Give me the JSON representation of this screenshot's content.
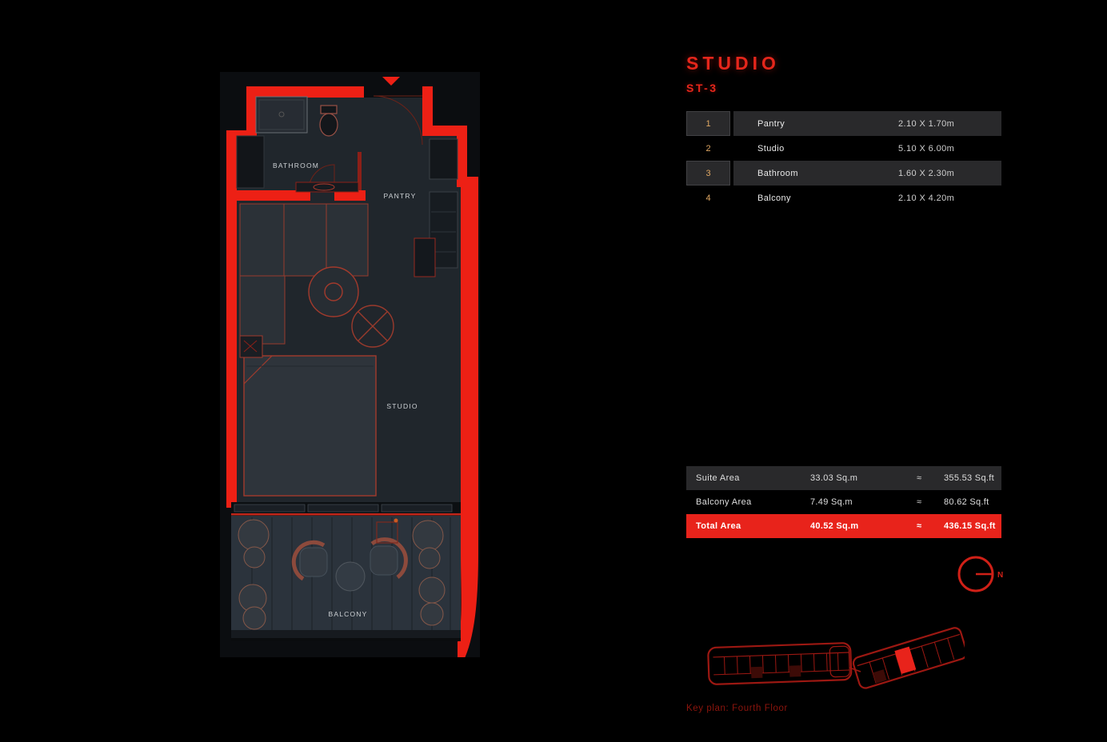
{
  "colors": {
    "accent": "#ed2015",
    "title-red": "#e5261b",
    "red-row": "#e8231b",
    "dim-red": "#9c1812",
    "caption-red": "#8e150d"
  },
  "header": {
    "title": "STUDIO",
    "unit_code": "ST-3"
  },
  "plan_labels": {
    "bathroom": "BATHROOM",
    "pantry": "PANTRY",
    "studio": "STUDIO",
    "balcony": "BALCONY"
  },
  "dim_table": {
    "rows": [
      {
        "num": "1",
        "name": "Pantry",
        "dims": "2.10 X 1.70m"
      },
      {
        "num": "2",
        "name": "Studio",
        "dims": "5.10 X 6.00m"
      },
      {
        "num": "3",
        "name": "Bathroom",
        "dims": "1.60 X 2.30m"
      },
      {
        "num": "4",
        "name": "Balcony",
        "dims": "2.10 X 4.20m"
      }
    ]
  },
  "area_table": {
    "rows": [
      {
        "label": "Suite Area",
        "sqm": "33.03 Sq.m",
        "approx": "≈",
        "sqft": "355.53 Sq.ft"
      },
      {
        "label": "Balcony Area",
        "sqm": "7.49 Sq.m",
        "approx": "≈",
        "sqft": "80.62 Sq.ft"
      },
      {
        "label": "Total Area",
        "sqm": "40.52 Sq.m",
        "approx": "≈",
        "sqft": "436.15 Sq.ft"
      }
    ]
  },
  "compass": {
    "label": "N"
  },
  "keyplan": {
    "caption": "Key plan: Fourth Floor"
  }
}
